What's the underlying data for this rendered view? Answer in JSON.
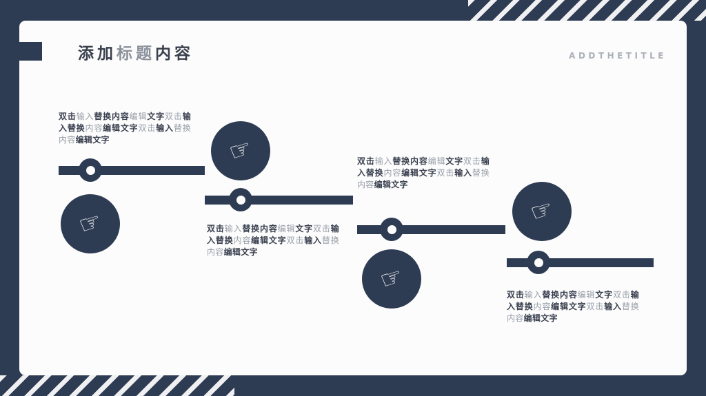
{
  "slide": {
    "background_color": "#2e3c53",
    "panel_color": "#fcfcfc",
    "accent_color": "#2e3c53"
  },
  "header": {
    "title_full": "添加标题内容",
    "title_segments": [
      {
        "text": "添加",
        "tone": "dark"
      },
      {
        "text": "标题",
        "tone": "light"
      },
      {
        "text": "内容",
        "tone": "dark"
      }
    ],
    "subtitle": "ADDTHETITLE"
  },
  "icons": {
    "pointing_hand": "☞"
  },
  "timeline": {
    "step_count": 4,
    "placeholder_full": "双击输入替换内容编辑文字双击输入替换内容编辑文字双击输入替换内容编辑文字",
    "placeholder_segments": [
      {
        "text": "双击",
        "tone": "dark"
      },
      {
        "text": "输入",
        "tone": "light"
      },
      {
        "text": "替换内容",
        "tone": "dark"
      },
      {
        "text": "编辑",
        "tone": "light"
      },
      {
        "text": "文字",
        "tone": "dark"
      },
      {
        "text": "双击",
        "tone": "light"
      },
      {
        "text": "输入替换",
        "tone": "dark"
      },
      {
        "text": "内容",
        "tone": "light"
      },
      {
        "text": "编辑文字",
        "tone": "dark"
      },
      {
        "text": "双击",
        "tone": "light"
      },
      {
        "text": "输入",
        "tone": "dark"
      },
      {
        "text": "替换内容",
        "tone": "light"
      },
      {
        "text": "编辑文字",
        "tone": "dark"
      }
    ],
    "steps": [
      {
        "index": 1,
        "layout": "text-above-badge-below",
        "text_full": "双击输入替换内容编辑文字双击输入替换内容编辑文字双击输入替换内容编辑文字"
      },
      {
        "index": 2,
        "layout": "badge-above-text-below",
        "text_full": "双击输入替换内容编辑文字双击输入替换内容编辑文字双击输入替换内容编辑文字"
      },
      {
        "index": 3,
        "layout": "text-above-badge-below",
        "text_full": "双击输入替换内容编辑文字双击输入替换内容编辑文字双击输入替换内容编辑文字"
      },
      {
        "index": 4,
        "layout": "badge-above-text-below",
        "text_full": "双击输入替换内容编辑文字双击输入替换内容编辑文字双击输入替换内容编辑文字"
      }
    ]
  },
  "colors": {
    "text_dark": "#3a4150",
    "text_light": "#989ea8",
    "bar": "#2e3c53"
  }
}
